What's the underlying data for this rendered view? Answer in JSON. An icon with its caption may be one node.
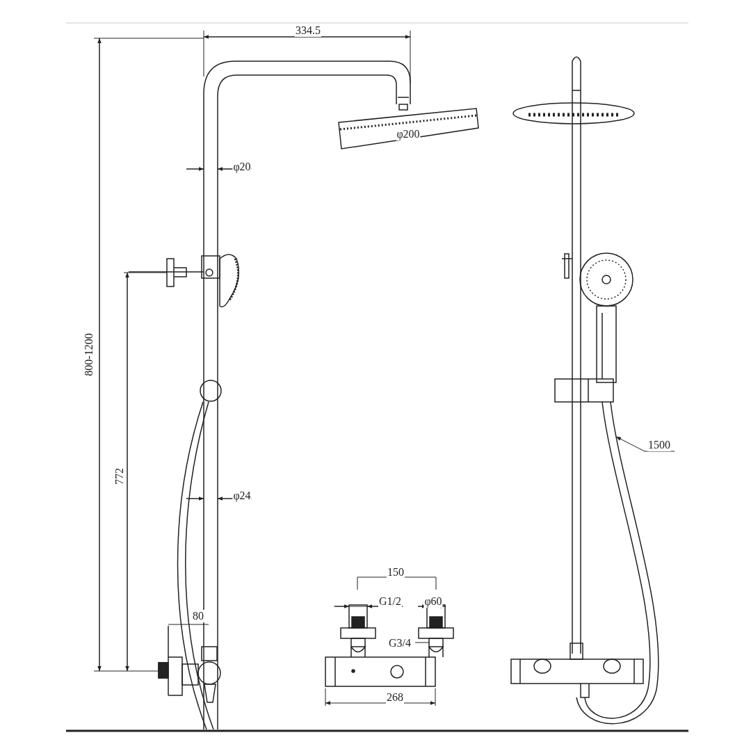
{
  "diagram": {
    "nodes": [
      {
        "text": [
          "1500"
        ]
      },
      {
        "text": [],
        "shape": "picture"
      },
      {
        "text": [
          "G3/4"
        ]
      },
      {
        "text": [],
        "shape": "box"
      }
    ],
    "edges": [
      {
        "from": 0,
        "to": 1,
        "arrow": "to"
      },
      {
        "from": 2,
        "to": 3,
        "arrow": "none"
      }
    ],
    "labels": [
      "334.5",
      "φ200",
      "φ20",
      "800-1200",
      "772",
      "φ24",
      "80",
      "150",
      "G1/2",
      "φ60",
      "268"
    ]
  }
}
